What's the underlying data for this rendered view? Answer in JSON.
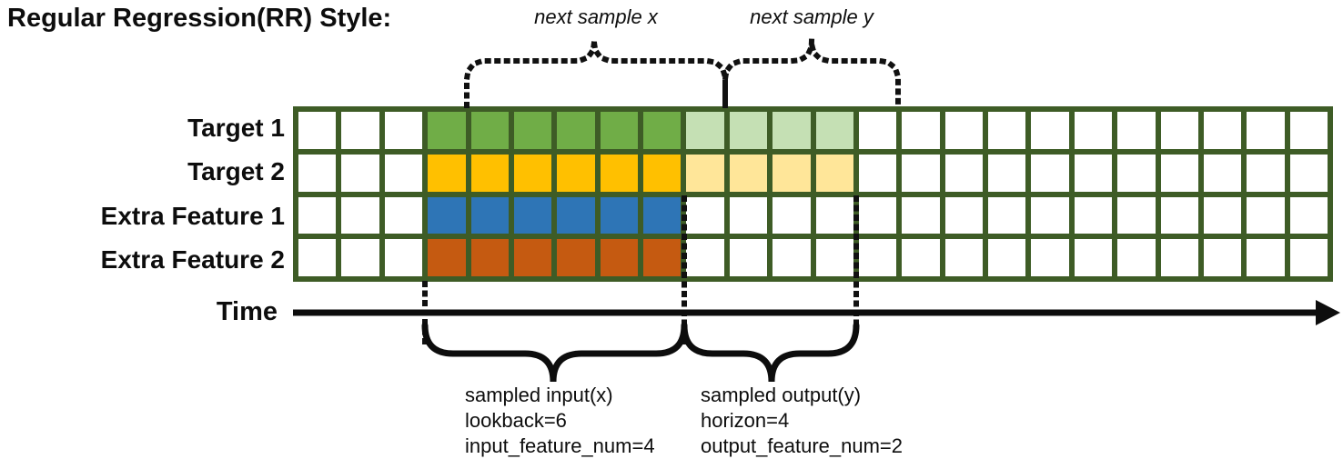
{
  "title": "Regular Regression(RR) Style:",
  "grid": {
    "columns": 24,
    "blank_before": 3,
    "lookback": 6,
    "horizon": 4,
    "line_color": "#3e5c26",
    "empty_cell_color": "#ffffff"
  },
  "rows": [
    {
      "label": "Target 1",
      "input_color": "#70ad47",
      "output_color": "#c5e0b4"
    },
    {
      "label": "Target 2",
      "input_color": "#ffc000",
      "output_color": "#ffe699"
    },
    {
      "label": "Extra Feature 1",
      "input_color": "#2e75b6",
      "output_color": null
    },
    {
      "label": "Extra Feature 2",
      "input_color": "#c55a11",
      "output_color": null
    }
  ],
  "time_axis": {
    "label": "Time"
  },
  "annotations": {
    "next_sample_x_label": "next sample x",
    "next_sample_y_label": "next sample y",
    "sampled_input": {
      "line1": "sampled input(x)",
      "line2": "lookback=6",
      "line3": "input_feature_num=4"
    },
    "sampled_output": {
      "line1": "sampled output(y)",
      "line2": "horizon=4",
      "line3": "output_feature_num=2"
    }
  }
}
